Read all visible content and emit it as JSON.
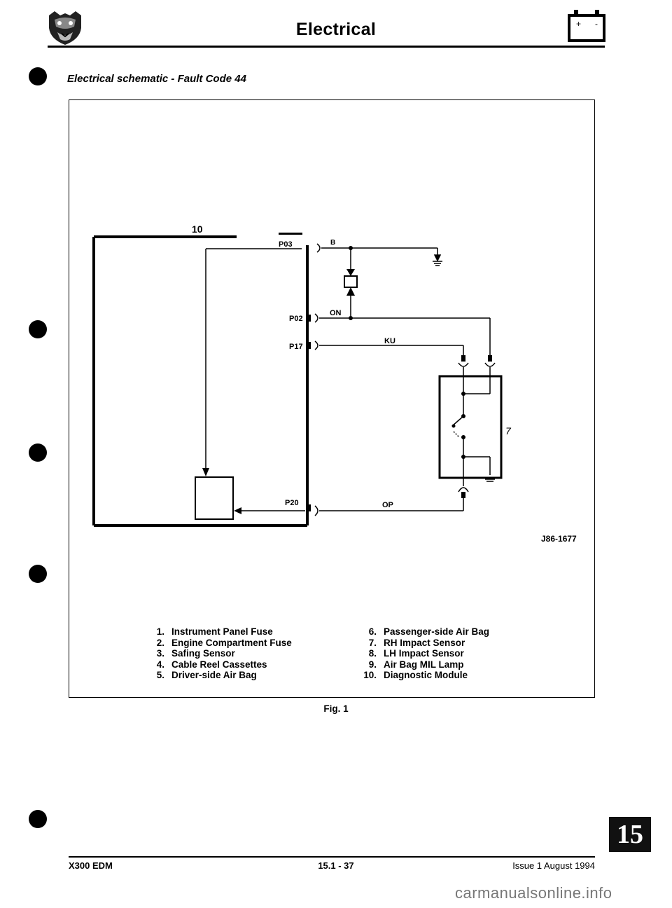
{
  "header": {
    "title": "Electrical",
    "logo_icon": "jaguar-head-icon",
    "battery_icon": "battery-icon",
    "battery_plus": "+",
    "battery_minus": "-"
  },
  "subtitle": "Electrical schematic - Fault Code 44",
  "diagram": {
    "labels": {
      "ten": "10",
      "p03": "P03",
      "p02": "P02",
      "p17": "P17",
      "p20": "P20",
      "b": "B",
      "on": "ON",
      "ku": "KU",
      "op": "OP",
      "seven": "7"
    },
    "drawing_number": "J86-1677"
  },
  "legend": {
    "left": [
      {
        "num": "1.",
        "text": "Instrument Panel Fuse"
      },
      {
        "num": "2.",
        "text": "Engine Compartment Fuse"
      },
      {
        "num": "3.",
        "text": "Safing Sensor"
      },
      {
        "num": "4.",
        "text": "Cable Reel Cassettes"
      },
      {
        "num": "5.",
        "text": "Driver-side Air Bag"
      }
    ],
    "right": [
      {
        "num": "6.",
        "text": "Passenger-side Air Bag"
      },
      {
        "num": "7.",
        "text": "RH Impact Sensor"
      },
      {
        "num": "8.",
        "text": "LH Impact Sensor"
      },
      {
        "num": "9.",
        "text": "Air Bag MIL Lamp"
      },
      {
        "num": "10.",
        "text": "Diagnostic Module"
      }
    ]
  },
  "figure_caption": "Fig. 1",
  "footer": {
    "left": "X300 EDM",
    "center": "15.1 - 37",
    "right": "Issue 1 August 1994"
  },
  "section_tab": "15",
  "watermark": "carmanualsonline.info"
}
